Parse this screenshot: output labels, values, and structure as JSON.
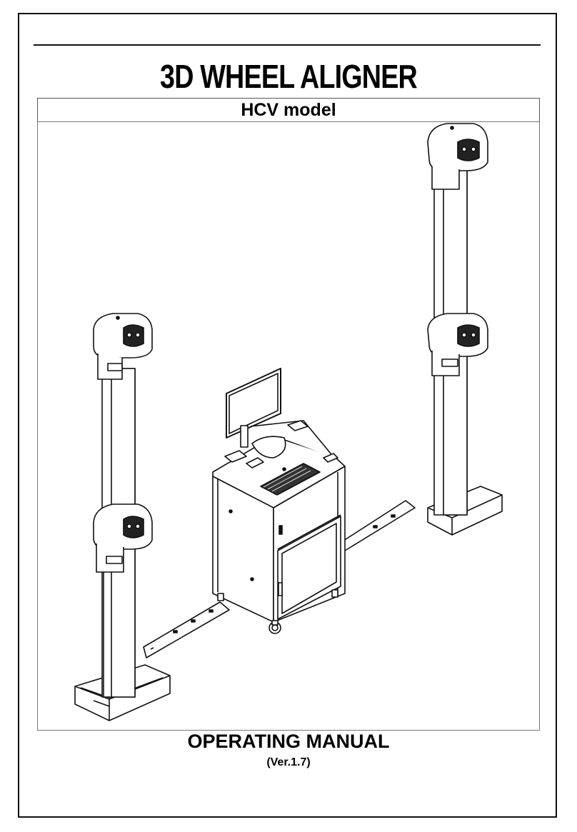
{
  "document": {
    "title": "3D WHEEL ALIGNER",
    "model": "HCV model",
    "manual_title": "OPERATING MANUAL",
    "version": "(Ver.1.7)"
  },
  "illustration": {
    "icon": "wheel-aligner-illustration-icon",
    "line_color": "#111111",
    "fill_color": "#ffffff"
  }
}
